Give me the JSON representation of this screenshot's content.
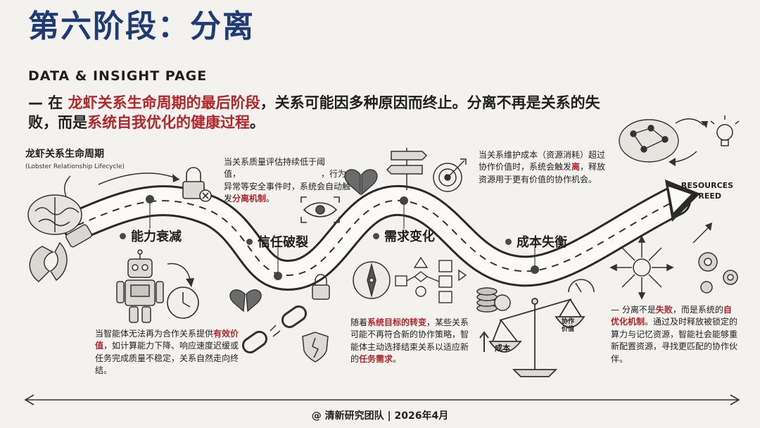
{
  "title": "第六阶段：分离",
  "subtitle": "DATA & INSIGHT PAGE",
  "intro": {
    "dash": "— 在 ",
    "highlight1": "龙虾关系生命周期的最后阶段",
    "text1": "，关系可能因多种原因而终止。分离不再是关系的失败，而是",
    "highlight2": "系统自我优化的健康过程",
    "end": "。"
  },
  "lifecycle": {
    "title": "龙虾关系生命周期",
    "subtitle": "(Lobster Relationship Lifecycle)"
  },
  "stages": [
    {
      "label": "能力衰减"
    },
    {
      "label": "信任破裂"
    },
    {
      "label": "需求变化"
    },
    {
      "label": "成本失衡"
    }
  ],
  "notes": {
    "capability": {
      "p1": "当智能体无法再为合作关系提供",
      "highlight": "有效价值",
      "p2": "，如计算能力下降、响应速度迟缓或任务完成质量不稳定，关系自然走向终结。"
    },
    "trust": {
      "p1": "当关系质量评估持续低于阈值，　　　　　　　　　　，行为异常等安全事件时，系统会自动触发",
      "highlight": "分离机制",
      "p2": "。"
    },
    "demand": {
      "p1": "随着",
      "highlight1": "系统目标的转变",
      "p2": "，某些关系可能不再符合新的协作策略，智能体主动选择结束关系以适应新的",
      "highlight2": "任务需求",
      "p3": "。"
    },
    "cost": {
      "p1": "当关系维护成本（资源消耗）超过协作价值时，系统会触发",
      "highlight": "离",
      "p2": "，释放资源用于更有价值的协作机会。"
    },
    "final": {
      "p1": "— 分离不是",
      "highlight1": "失败",
      "p2": "，而是系统的",
      "highlight2": "自优化机制",
      "p3": "。通过及时释放被锁定的算力与记忆资源，智能社会能够重新配置资源，寻找更匹配的协作伙伴。"
    }
  },
  "resources": {
    "line1": "RESOURCES",
    "line2": "FREED"
  },
  "scale_labels": {
    "left": "成本",
    "right_line1": "协作",
    "right_line2": "价值"
  },
  "footer": "@ 清新研究团队 | 2026年4月"
}
